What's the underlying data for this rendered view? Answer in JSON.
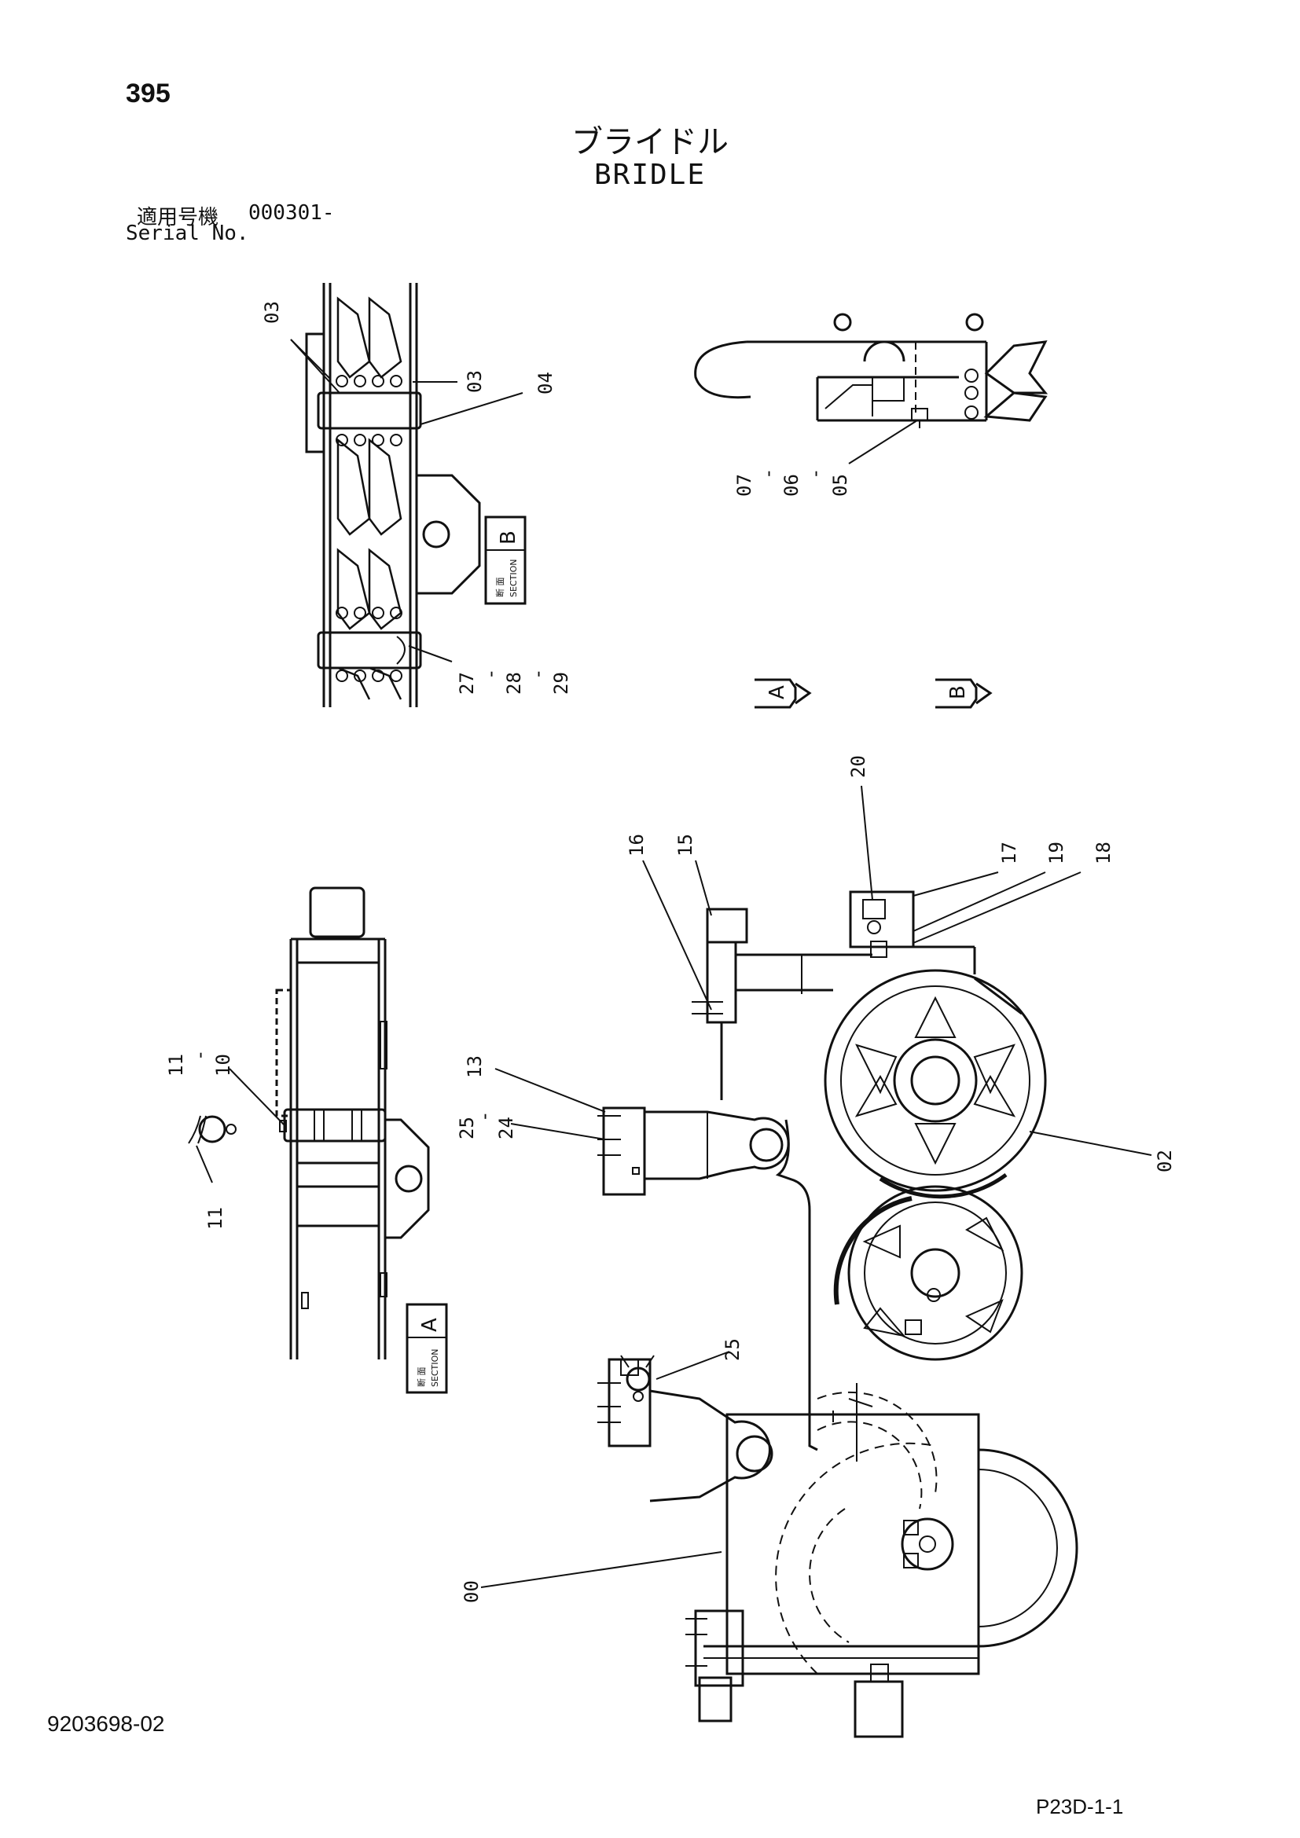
{
  "page_number": "395",
  "title_jp": "ブライドル",
  "title_en": "BRIDLE",
  "serial_label_jp": "適用号機",
  "serial_value": "000301-",
  "serial_label_en": "Serial No.",
  "document_number": "9203698-02",
  "page_reference": "P23D-1-1",
  "section_b": {
    "jp": "断 面",
    "en": "SECTION",
    "letter": "B"
  },
  "section_a": {
    "jp": "断 面",
    "en": "SECTION",
    "letter": "A"
  },
  "view_arrows": {
    "a": "A",
    "b": "B"
  },
  "part_labels": {
    "p00": "00",
    "p02": "02",
    "p03a": "03",
    "p03b": "03",
    "p04": "04",
    "p05": "05",
    "p06": "06",
    "p07": "07",
    "p10": "10",
    "p11a": "11",
    "p11b": "11",
    "p13": "13",
    "p15": "15",
    "p16": "16",
    "p17": "17",
    "p18": "18",
    "p19": "19",
    "p20": "20",
    "p24": "24",
    "p25a": "25",
    "p25b": "25",
    "p27": "27",
    "p28": "28",
    "p29": "29",
    "dash": "-"
  }
}
